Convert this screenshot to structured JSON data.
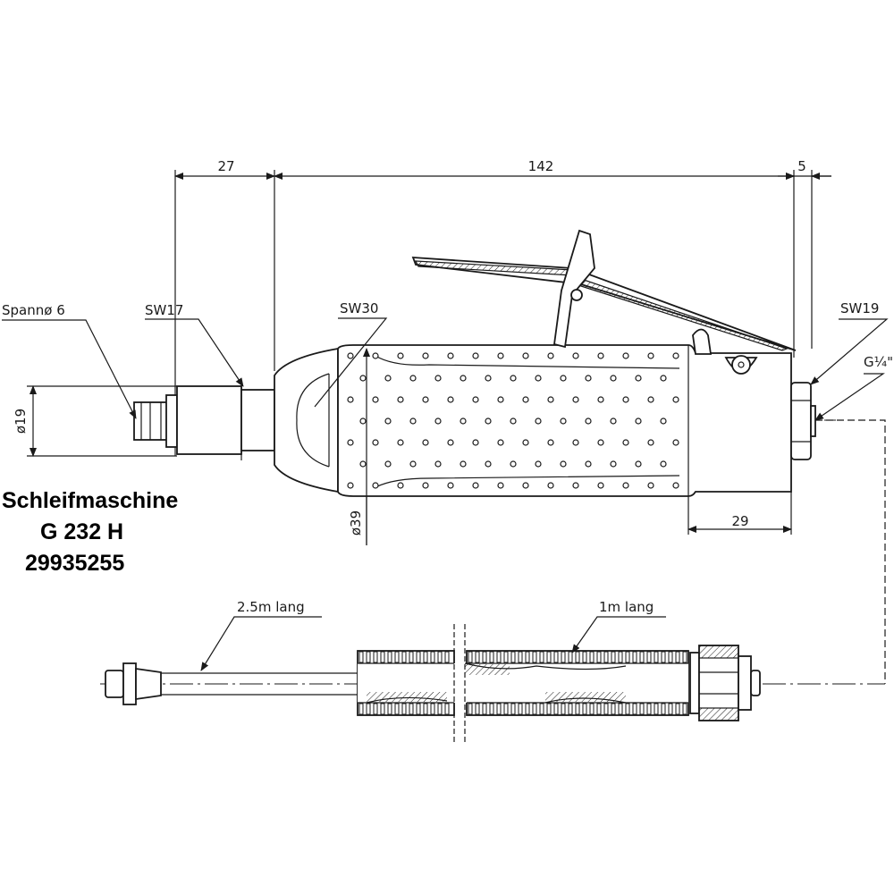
{
  "dimensions": {
    "d27": "27",
    "d142": "142",
    "d5": "5",
    "d29": "29",
    "d19": "ø19",
    "d39": "ø39"
  },
  "labels": {
    "spann": "Spannø 6",
    "sw17": "SW17",
    "sw30": "SW30",
    "sw19": "SW19",
    "g14": "G¼\"",
    "hose_long": "2.5m lang",
    "hose_short": "1m lang"
  },
  "product": {
    "name": "Schleifmaschine",
    "model": "G 232 H",
    "number": "29935255"
  }
}
